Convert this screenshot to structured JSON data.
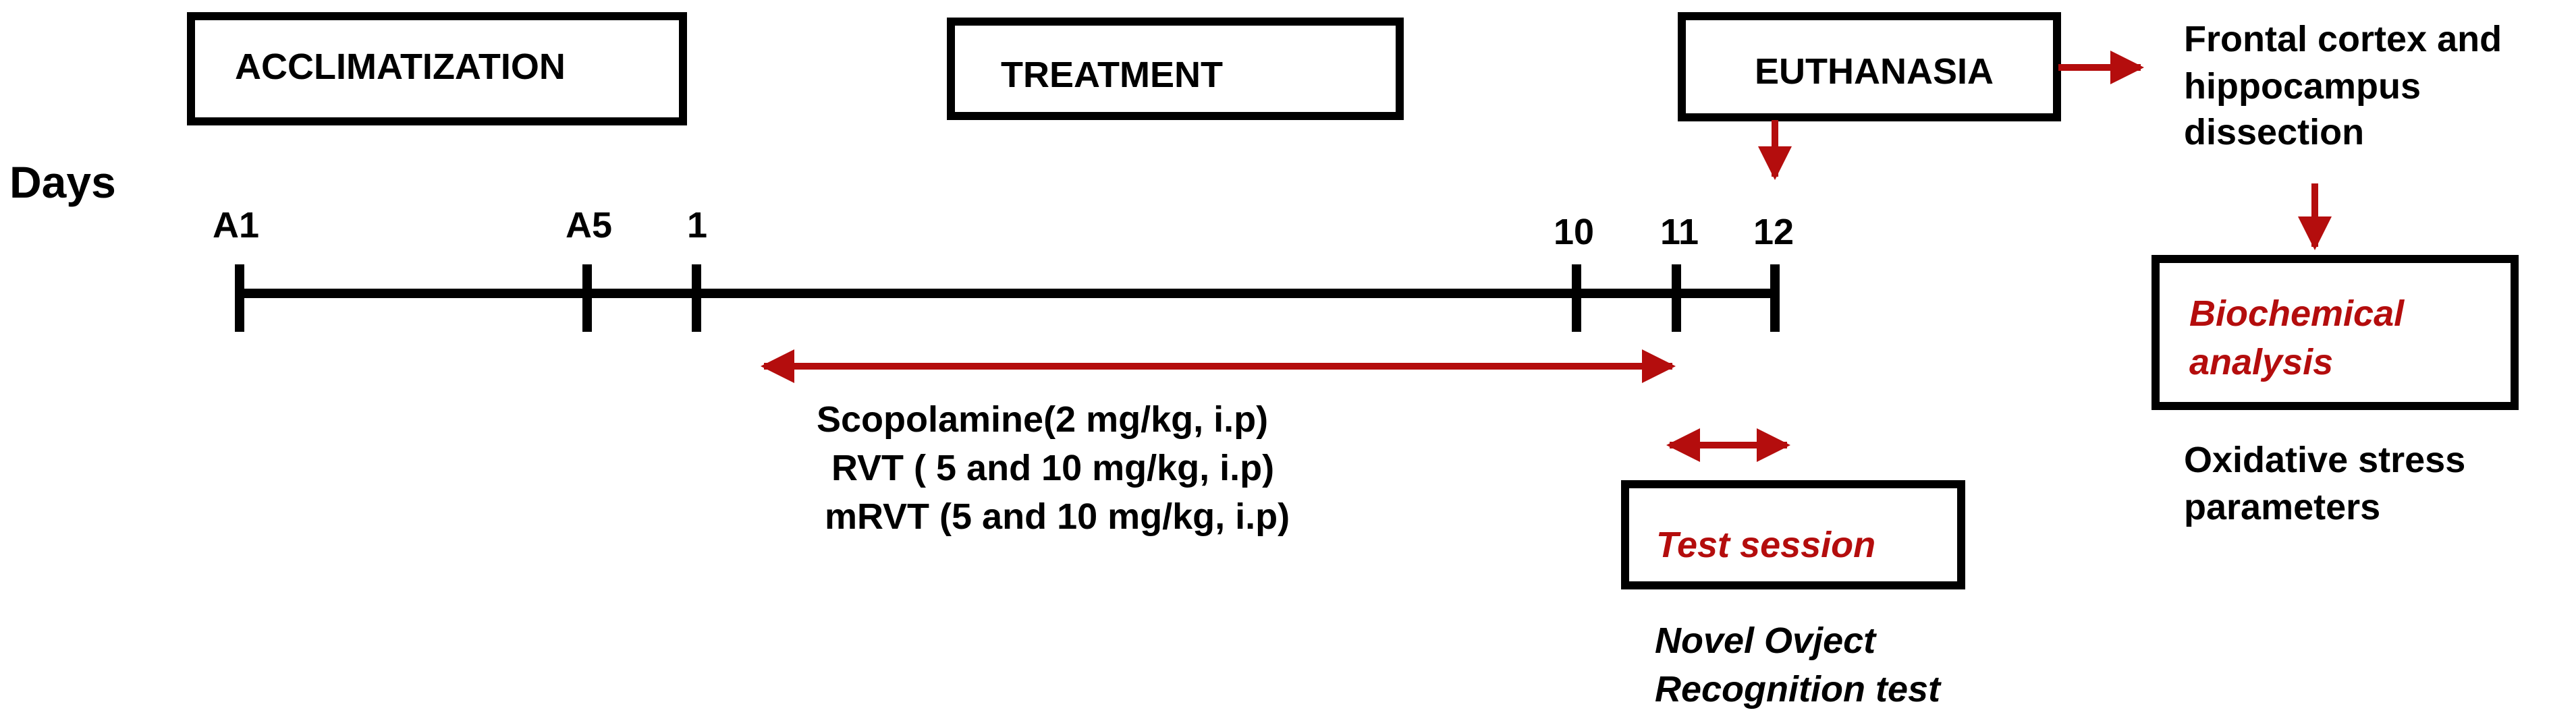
{
  "phases": {
    "acclimatization": "ACCLIMATIZATION",
    "treatment": "TREATMENT",
    "euthanasia": "EUTHANASIA"
  },
  "timeline": {
    "axis_label": "Days",
    "ticks": [
      "A1",
      "A5",
      "1",
      "10",
      "11",
      "12"
    ]
  },
  "treatment_details": {
    "line1": "Scopolamine(2 mg/kg, i.p)",
    "line2": "RVT ( 5 and 10 mg/kg, i.p)",
    "line3": "mRVT (5 and 10 mg/kg, i.p)"
  },
  "test": {
    "box_label": "Test session",
    "caption_line1": "Novel Ovject",
    "caption_line2": "Recognition test"
  },
  "dissection": {
    "line1": "Frontal cortex and",
    "line2": "hippocampus",
    "line3": "dissection"
  },
  "biochem": {
    "box_line1": "Biochemical",
    "box_line2": "analysis",
    "caption_line1": "Oxidative stress",
    "caption_line2": "parameters"
  },
  "colors": {
    "arrow_red": "#b40d0d",
    "line_black": "#000000"
  }
}
